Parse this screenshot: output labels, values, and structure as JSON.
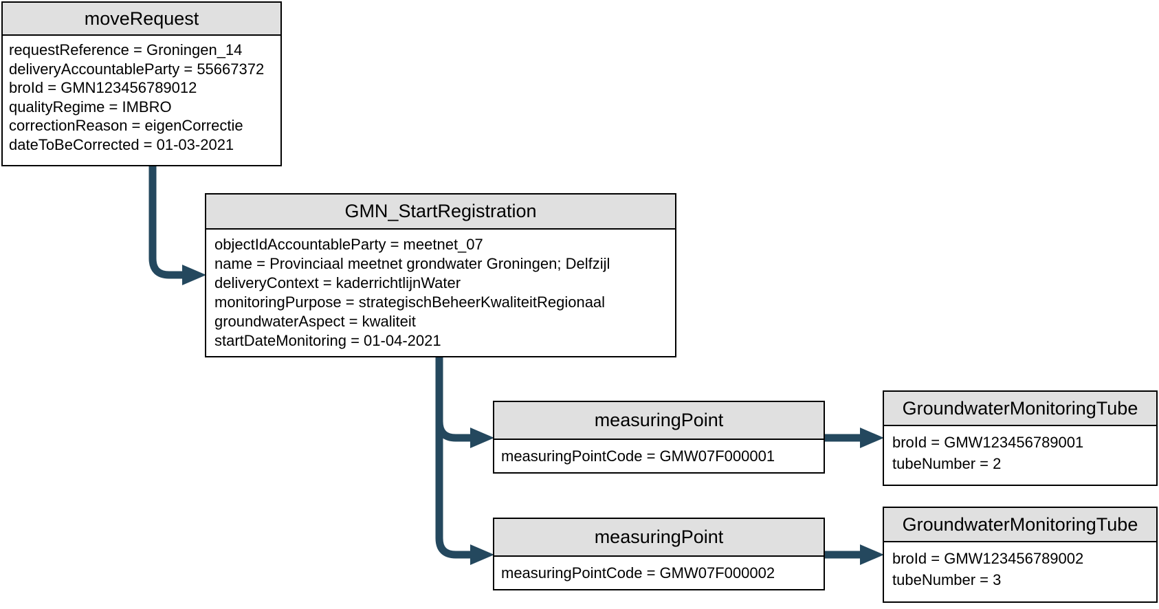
{
  "style": {
    "arrow_color": "#24485E",
    "header_fill": "#E0E0E0",
    "border_color": "#000000",
    "text_color": "#000000",
    "background": "#ffffff"
  },
  "nodes": {
    "move_request": {
      "title": "moveRequest",
      "attributes": [
        "requestReference = Groningen_14",
        "deliveryAccountableParty = 55667372",
        "broId = GMN123456789012",
        "qualityRegime = IMBRO",
        "correctionReason = eigenCorrectie",
        "dateToBeCorrected = 01-03-2021"
      ]
    },
    "gmn_start_registration": {
      "title": "GMN_StartRegistration",
      "attributes": [
        "objectIdAccountableParty = meetnet_07",
        "name = Provinciaal meetnet grondwater Groningen; Delfzijl",
        "deliveryContext = kaderrichtlijnWater",
        "monitoringPurpose = strategischBeheerKwaliteitRegionaal",
        "groundwaterAspect = kwaliteit",
        "startDateMonitoring = 01-04-2021"
      ]
    },
    "measuring_point_1": {
      "title": "measuringPoint",
      "attributes": [
        "measuringPointCode = GMW07F000001"
      ]
    },
    "groundwater_monitoring_tube_1": {
      "title": "GroundwaterMonitoringTube",
      "attributes": [
        "broId = GMW123456789001",
        "tubeNumber = 2"
      ]
    },
    "measuring_point_2": {
      "title": "measuringPoint",
      "attributes": [
        "measuringPointCode = GMW07F000002"
      ]
    },
    "groundwater_monitoring_tube_2": {
      "title": "GroundwaterMonitoringTube",
      "attributes": [
        "broId = GMW123456789002",
        "tubeNumber = 3"
      ]
    }
  },
  "connections": [
    {
      "from": "move_request",
      "to": "gmn_start_registration"
    },
    {
      "from": "gmn_start_registration",
      "to": "measuring_point_1"
    },
    {
      "from": "gmn_start_registration",
      "to": "measuring_point_2"
    },
    {
      "from": "measuring_point_1",
      "to": "groundwater_monitoring_tube_1"
    },
    {
      "from": "measuring_point_2",
      "to": "groundwater_monitoring_tube_2"
    }
  ]
}
